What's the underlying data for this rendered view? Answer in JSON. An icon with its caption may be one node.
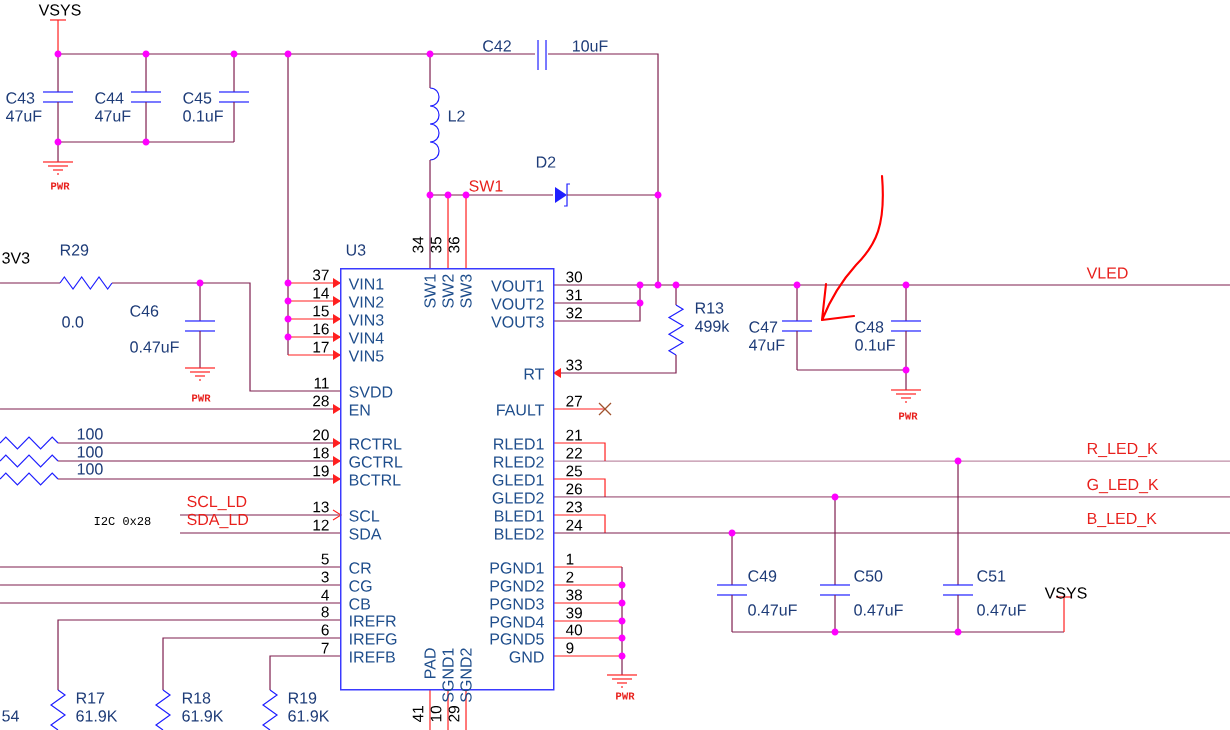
{
  "diagram": {
    "nodes": [
      {
        "text": [
          "U3",
          "SW1",
          "SW2",
          "SW3",
          "VIN1",
          "VIN2",
          "VIN3",
          "VIN4",
          "VIN5",
          "SVDD",
          "EN",
          "RCTRL",
          "GCTRL",
          "BCTRL",
          "SCL",
          "SDA",
          "CR",
          "CG",
          "CB",
          "IREFR",
          "IREFG",
          "IREFB",
          "VOUT1",
          "VOUT2",
          "VOUT3",
          "RT",
          "FAULT",
          "RLED1",
          "RLED2",
          "GLED1",
          "GLED2",
          "BLED1",
          "BLED2",
          "PGND1",
          "PGND2",
          "PGND3",
          "PGND4",
          "PGND5",
          "GND",
          "PAD",
          "SGND1",
          "SGND2"
        ],
        "beside": [
          "34",
          "35",
          "36",
          "37",
          "14",
          "15",
          "16",
          "17",
          "11",
          "28",
          "20",
          "18",
          "19",
          "13",
          "12",
          "5",
          "3",
          "4",
          "8",
          "6",
          "7",
          "30",
          "31",
          "32",
          "33",
          "27",
          "21",
          "22",
          "25",
          "26",
          "23",
          "24",
          "1",
          "2",
          "38",
          "39",
          "40",
          "9",
          "41",
          "10",
          "29"
        ]
      }
    ],
    "labels": [
      "VSYS",
      "C42",
      "10uF",
      "C43",
      "C44",
      "C45",
      "47uF",
      "47uF",
      "0.1uF",
      "L2",
      "D2",
      "PWR",
      "SW1",
      "R29",
      "3V3",
      "VLED",
      "C46",
      "R13",
      "0.0",
      "499k",
      "C47",
      "C48",
      "0.47uF",
      "47uF",
      "0.1uF",
      "PWR",
      "PWR",
      "100",
      "100",
      "R_LED_K",
      "100",
      "G_LED_K",
      "SCL_LD",
      "I2C 0x28",
      "SDA_LD",
      "B_LED_K",
      "C49",
      "C50",
      "C51",
      "VSYS",
      "0.47uF",
      "0.47uF",
      "0.47uF",
      "R17",
      "R18",
      "R19",
      "PWR",
      "54",
      "61.9K",
      "61.9K",
      "61.9K"
    ]
  }
}
